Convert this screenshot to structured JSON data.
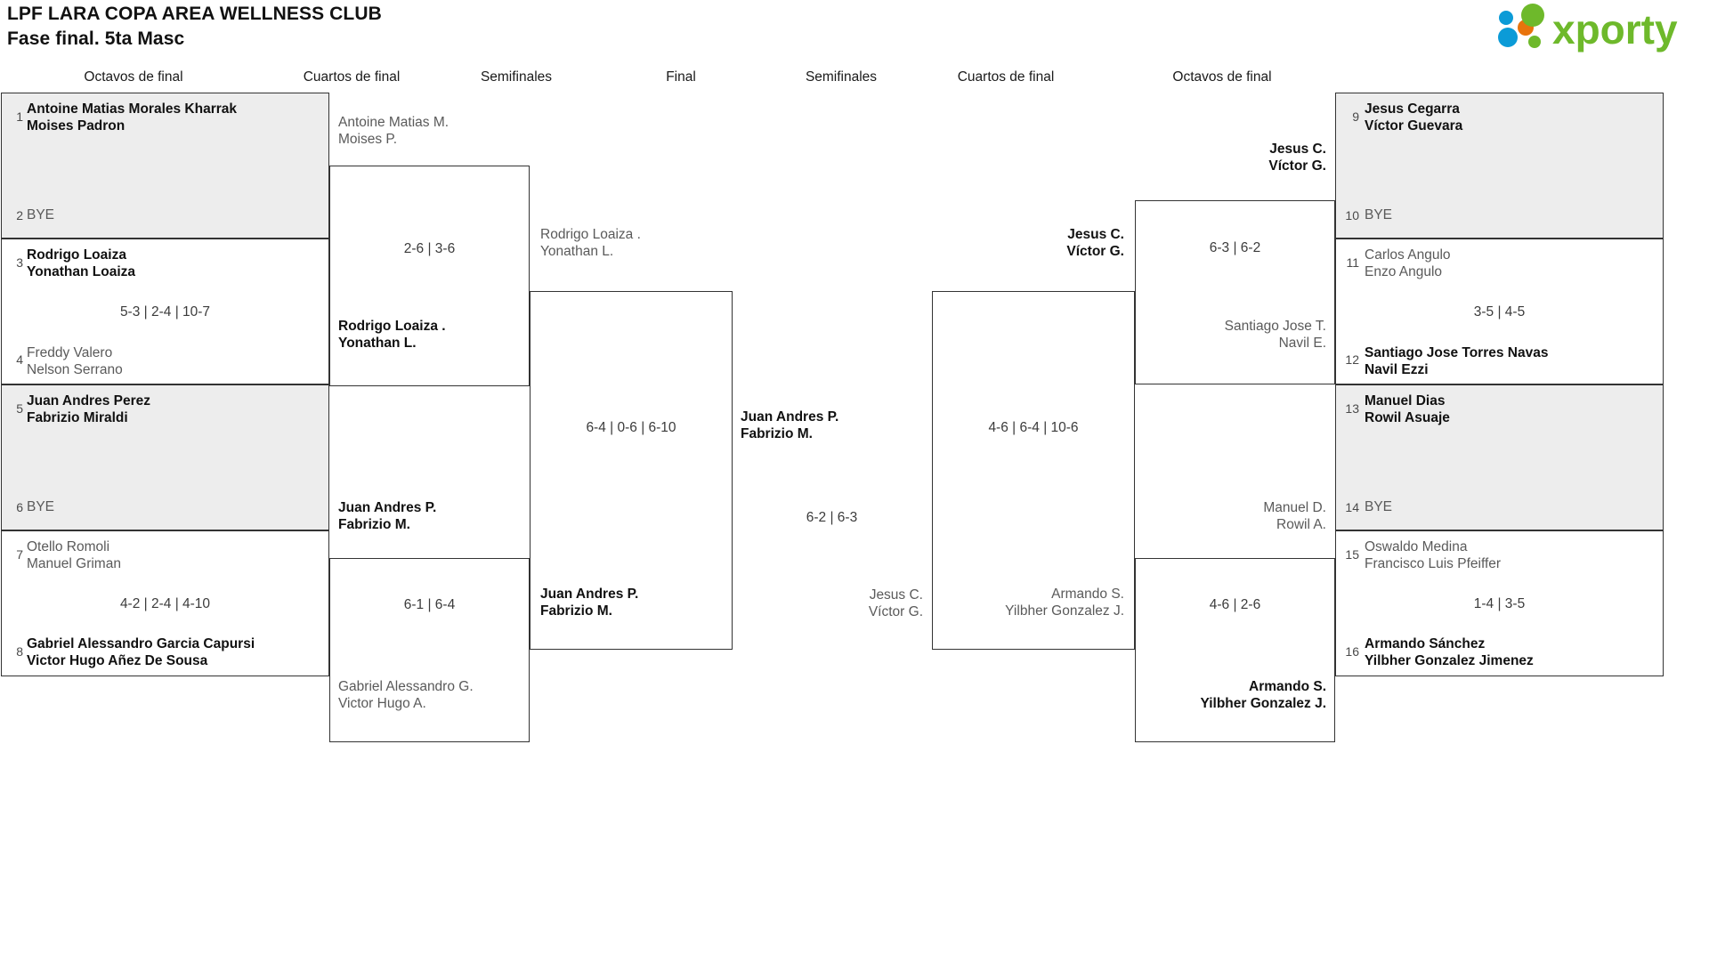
{
  "header": {
    "title_line1": "LPF LARA COPA AREA WELLNESS CLUB",
    "title_line2": "Fase final. 5ta Masc",
    "logo_text": "xporty",
    "logo_colors": {
      "green": "#6EB92B",
      "orange": "#E8740C",
      "blue": "#0B9BD7"
    }
  },
  "round_headers": {
    "left_r16": "Octavos de final",
    "left_qf": "Cuartos de final",
    "left_sf": "Semifinales",
    "final": "Final",
    "right_sf": "Semifinales",
    "right_qf": "Cuartos de final",
    "right_r16": "Octavos de final"
  },
  "left_r16": [
    {
      "shaded": true,
      "top": {
        "seed": "1",
        "line1": "Antoine Matias Morales Kharrak",
        "line2": "Moises Padron",
        "state": "win"
      },
      "bottom": {
        "seed": "2",
        "line1": "BYE",
        "line2": "",
        "state": "lose"
      },
      "score": ""
    },
    {
      "shaded": false,
      "top": {
        "seed": "3",
        "line1": "Rodrigo Loaiza",
        "line2": "Yonathan Loaiza",
        "state": "win"
      },
      "bottom": {
        "seed": "4",
        "line1": "Freddy Valero",
        "line2": "Nelson Serrano",
        "state": "lose"
      },
      "score": "5-3 | 2-4 | 10-7"
    },
    {
      "shaded": true,
      "top": {
        "seed": "5",
        "line1": "Juan Andres Perez",
        "line2": "Fabrizio Miraldi",
        "state": "win"
      },
      "bottom": {
        "seed": "6",
        "line1": "BYE",
        "line2": "",
        "state": "lose"
      },
      "score": ""
    },
    {
      "shaded": false,
      "top": {
        "seed": "7",
        "line1": "Otello Romoli",
        "line2": "Manuel Griman",
        "state": "lose"
      },
      "bottom": {
        "seed": "8",
        "line1": "Gabriel Alessandro Garcia Capursi",
        "line2": "Victor Hugo Añez De Sousa",
        "state": "win"
      },
      "score": "4-2 | 2-4 | 4-10"
    }
  ],
  "left_qf": [
    {
      "top": {
        "line1": "Antoine Matias M.",
        "line2": "Moises P.",
        "state": "lose"
      },
      "bottom": {
        "line1": "Rodrigo Loaiza .",
        "line2": "Yonathan L.",
        "state": "win"
      },
      "score": "2-6 | 3-6"
    },
    {
      "top": {
        "line1": "Juan Andres P.",
        "line2": "Fabrizio M.",
        "state": "win"
      },
      "bottom": {
        "line1": "Gabriel Alessandro G.",
        "line2": "Victor Hugo A.",
        "state": "lose"
      },
      "score": "6-1 | 6-4"
    }
  ],
  "left_sf": [
    {
      "top": {
        "line1": "Rodrigo Loaiza .",
        "line2": "Yonathan L.",
        "state": "lose"
      },
      "bottom": {
        "line1": "Juan Andres P.",
        "line2": "Fabrizio M.",
        "state": "win"
      },
      "score": "6-4 | 0-6 | 6-10"
    }
  ],
  "final": {
    "top": {
      "line1": "Juan Andres P.",
      "line2": "Fabrizio M.",
      "state": "win"
    },
    "bottom": {
      "line1": "Jesus C.",
      "line2": "Víctor G.",
      "state": "lose"
    },
    "score": "6-2 | 6-3"
  },
  "right_sf": [
    {
      "top": {
        "line1": "Jesus C.",
        "line2": "Víctor G.",
        "state": "win"
      },
      "bottom": {
        "line1": "Armando S.",
        "line2": "Yilbher Gonzalez J.",
        "state": "lose"
      },
      "score": "4-6 | 6-4 | 10-6"
    }
  ],
  "right_qf": [
    {
      "top": {
        "line1": "Jesus C.",
        "line2": "Víctor G.",
        "state": "win"
      },
      "bottom": {
        "line1": "Santiago Jose T.",
        "line2": "Navil E.",
        "state": "lose"
      },
      "score": "6-3 | 6-2"
    },
    {
      "top": {
        "line1": "Manuel D.",
        "line2": "Rowil A.",
        "state": "lose"
      },
      "bottom": {
        "line1": "Armando S.",
        "line2": "Yilbher Gonzalez J.",
        "state": "win"
      },
      "score": "4-6 | 2-6"
    }
  ],
  "right_r16": [
    {
      "shaded": true,
      "top": {
        "seed": "9",
        "line1": "Jesus Cegarra",
        "line2": "Víctor Guevara",
        "state": "win"
      },
      "bottom": {
        "seed": "10",
        "line1": "BYE",
        "line2": "",
        "state": "lose"
      },
      "score": ""
    },
    {
      "shaded": false,
      "top": {
        "seed": "11",
        "line1": "Carlos Angulo",
        "line2": "Enzo Angulo",
        "state": "lose"
      },
      "bottom": {
        "seed": "12",
        "line1": "Santiago Jose Torres Navas",
        "line2": "Navil Ezzi",
        "state": "win"
      },
      "score": "3-5 | 4-5"
    },
    {
      "shaded": true,
      "top": {
        "seed": "13",
        "line1": "Manuel Dias",
        "line2": "Rowil Asuaje",
        "state": "win"
      },
      "bottom": {
        "seed": "14",
        "line1": "BYE",
        "line2": "",
        "state": "lose"
      },
      "score": ""
    },
    {
      "shaded": false,
      "top": {
        "seed": "15",
        "line1": "Oswaldo Medina",
        "line2": "Francisco Luis Pfeiffer",
        "state": "lose"
      },
      "bottom": {
        "seed": "16",
        "line1": "Armando Sánchez",
        "line2": "Yilbher Gonzalez Jimenez",
        "state": "win"
      },
      "score": "1-4 | 3-5"
    }
  ]
}
